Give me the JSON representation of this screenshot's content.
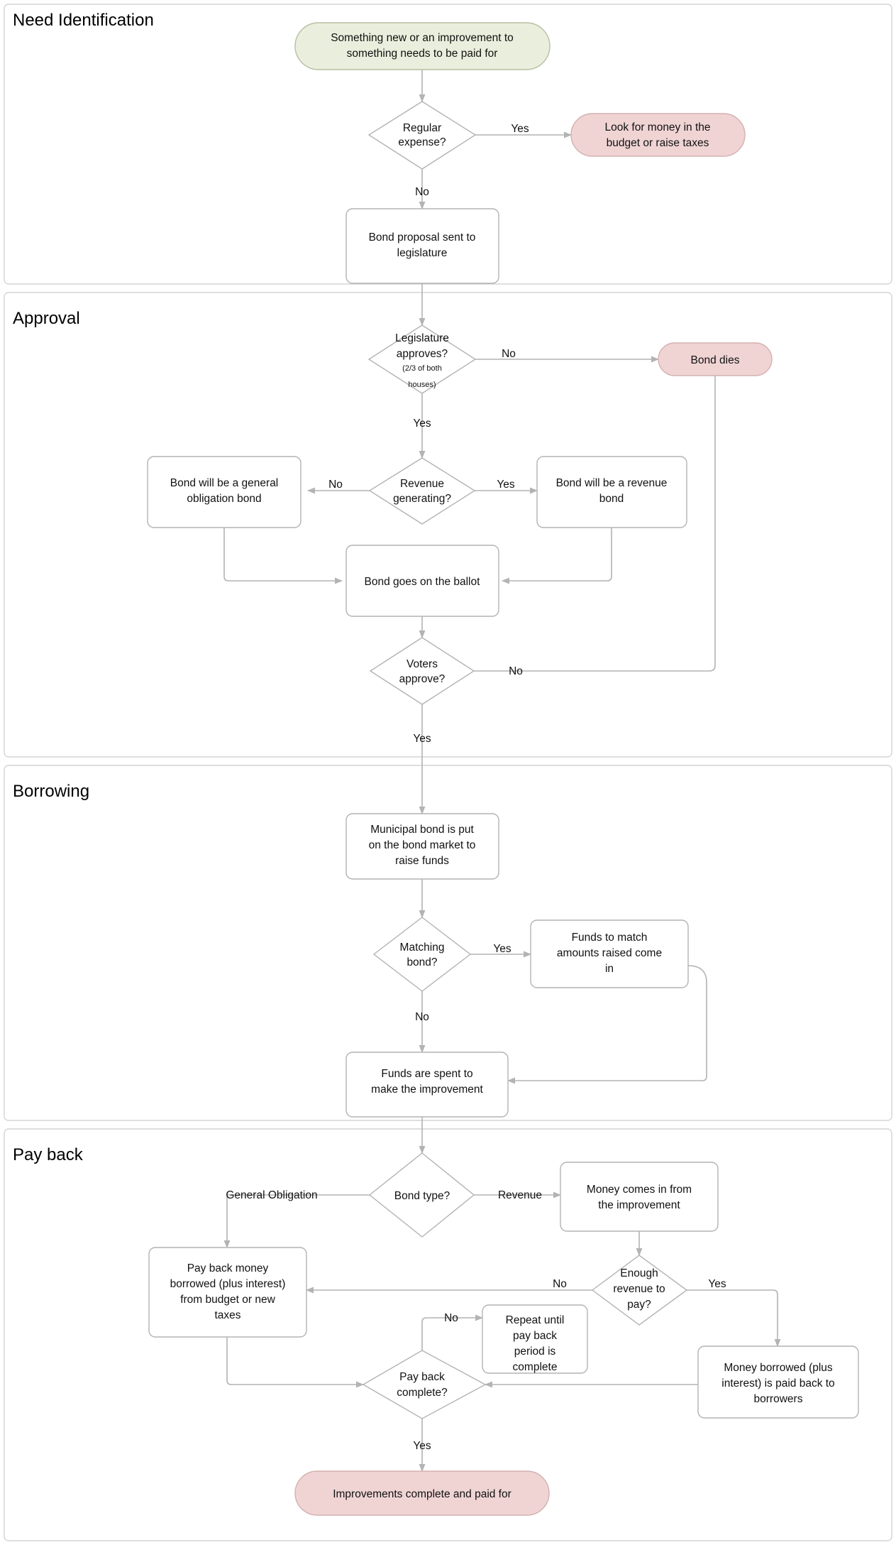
{
  "diagram": {
    "title": "Municipal Bond Process Flowchart",
    "colors": {
      "start_fill": "#eaeedc",
      "end_fill": "#f0d4d4",
      "node_fill": "#ffffff",
      "node_stroke": "#b3b3b3",
      "lane_stroke": "#cccccc",
      "connector": "#b3b3b3",
      "text": "#111111"
    },
    "lanes": [
      {
        "id": "lane-need",
        "label": "Need Identification"
      },
      {
        "id": "lane-approval",
        "label": "Approval"
      },
      {
        "id": "lane-borrowing",
        "label": "Borrowing"
      },
      {
        "id": "lane-payback",
        "label": "Pay back"
      }
    ],
    "nodes": {
      "start": {
        "label": "Something new or an improvement to something needs to be paid for",
        "shape": "stadium",
        "lane": "lane-need"
      },
      "regular_expense": {
        "label": "Regular expense?",
        "shape": "diamond",
        "lane": "lane-need"
      },
      "look_for_money": {
        "label": "Look for money in the budget or raise taxes",
        "shape": "stadium",
        "lane": "lane-need"
      },
      "bond_proposal": {
        "label": "Bond proposal sent to legislature",
        "shape": "rect",
        "lane": "lane-need"
      },
      "legislature": {
        "label": "Legislature approves?",
        "sublabel": "(2/3 of both houses)",
        "shape": "diamond",
        "lane": "lane-approval"
      },
      "bond_dies": {
        "label": "Bond dies",
        "shape": "stadium",
        "lane": "lane-approval"
      },
      "revenue_generating": {
        "label": "Revenue generating?",
        "shape": "diamond",
        "lane": "lane-approval"
      },
      "general_obligation": {
        "label": "Bond will be a general obligation bond",
        "shape": "rect",
        "lane": "lane-approval"
      },
      "revenue_bond": {
        "label": "Bond will be a revenue bond",
        "shape": "rect",
        "lane": "lane-approval"
      },
      "on_ballot": {
        "label": "Bond goes on the ballot",
        "shape": "rect",
        "lane": "lane-approval"
      },
      "voters_approve": {
        "label": "Voters approve?",
        "shape": "diamond",
        "lane": "lane-approval"
      },
      "municipal_bond": {
        "label": "Municipal bond is put on the bond market to raise funds",
        "shape": "rect",
        "lane": "lane-borrowing"
      },
      "matching_bond": {
        "label": "Matching bond?",
        "shape": "diamond",
        "lane": "lane-borrowing"
      },
      "funds_to_match": {
        "label": "Funds to match amounts raised come in",
        "shape": "rect",
        "lane": "lane-borrowing"
      },
      "funds_spent": {
        "label": "Funds are spent to make the improvement",
        "shape": "rect",
        "lane": "lane-borrowing"
      },
      "bond_type": {
        "label": "Bond type?",
        "shape": "diamond",
        "lane": "lane-payback"
      },
      "money_comes_in": {
        "label": "Money comes in from the improvement",
        "shape": "rect",
        "lane": "lane-payback"
      },
      "pay_back_money": {
        "label": "Pay back money borrowed (plus interest) from budget or new taxes",
        "shape": "rect",
        "lane": "lane-payback"
      },
      "enough_revenue": {
        "label": "Enough revenue to pay?",
        "shape": "diamond",
        "lane": "lane-payback"
      },
      "repeat_until": {
        "label": "Repeat until pay back period is complete",
        "shape": "rect",
        "lane": "lane-payback"
      },
      "money_paid_back": {
        "label": "Money borrowed (plus interest) is paid back to borrowers",
        "shape": "rect",
        "lane": "lane-payback"
      },
      "pay_back_complete": {
        "label": "Pay back complete?",
        "shape": "diamond",
        "lane": "lane-payback"
      },
      "improvements_done": {
        "label": "Improvements complete and paid for",
        "shape": "stadium",
        "lane": "lane-payback"
      }
    },
    "edge_labels": {
      "regular_expense_yes": "Yes",
      "regular_expense_no": "No",
      "legislature_no": "No",
      "legislature_yes": "Yes",
      "revenue_generating_no": "No",
      "revenue_generating_yes": "Yes",
      "voters_approve_no": "No",
      "voters_approve_yes": "Yes",
      "matching_bond_yes": "Yes",
      "matching_bond_no": "No",
      "bond_type_general": "General Obligation",
      "bond_type_revenue": "Revenue",
      "enough_revenue_no": "No",
      "enough_revenue_yes": "Yes",
      "pay_back_complete_no": "No",
      "pay_back_complete_yes": "Yes"
    },
    "node_text_lines": {
      "start": [
        "Something new or an improvement to",
        "something needs to be paid for"
      ],
      "regular_expense": [
        "Regular",
        "expense?"
      ],
      "look_for_money": [
        "Look for money in the",
        "budget or raise taxes"
      ],
      "bond_proposal": [
        "Bond proposal sent to",
        "legislature"
      ],
      "legislature": [
        "Legislature",
        "approves?"
      ],
      "legislature_sub": [
        "(2/3 of both",
        "houses)"
      ],
      "bond_dies": [
        "Bond dies"
      ],
      "revenue_generating": [
        "Revenue",
        "generating?"
      ],
      "general_obligation": [
        "Bond will be a general",
        "obligation bond"
      ],
      "revenue_bond": [
        "Bond will be a revenue",
        "bond"
      ],
      "on_ballot": [
        "Bond goes on the ballot"
      ],
      "voters_approve": [
        "Voters",
        "approve?"
      ],
      "municipal_bond": [
        "Municipal bond is put",
        "on the bond market to",
        "raise funds"
      ],
      "matching_bond": [
        "Matching",
        "bond?"
      ],
      "funds_to_match": [
        "Funds to match",
        "amounts raised come",
        "in"
      ],
      "funds_spent": [
        "Funds are spent to",
        "make the improvement"
      ],
      "bond_type": [
        "Bond type?"
      ],
      "money_comes_in": [
        "Money comes in from",
        "the improvement"
      ],
      "pay_back_money": [
        "Pay back money",
        "borrowed (plus interest)",
        "from budget or new",
        "taxes"
      ],
      "enough_revenue": [
        "Enough",
        "revenue to",
        "pay?"
      ],
      "repeat_until": [
        "Repeat until",
        "pay back",
        "period is",
        "complete"
      ],
      "money_paid_back": [
        "Money borrowed (plus",
        "interest) is paid back to",
        "borrowers"
      ],
      "pay_back_complete": [
        "Pay back",
        "complete?"
      ],
      "improvements_done": [
        "Improvements complete and paid for"
      ]
    }
  }
}
